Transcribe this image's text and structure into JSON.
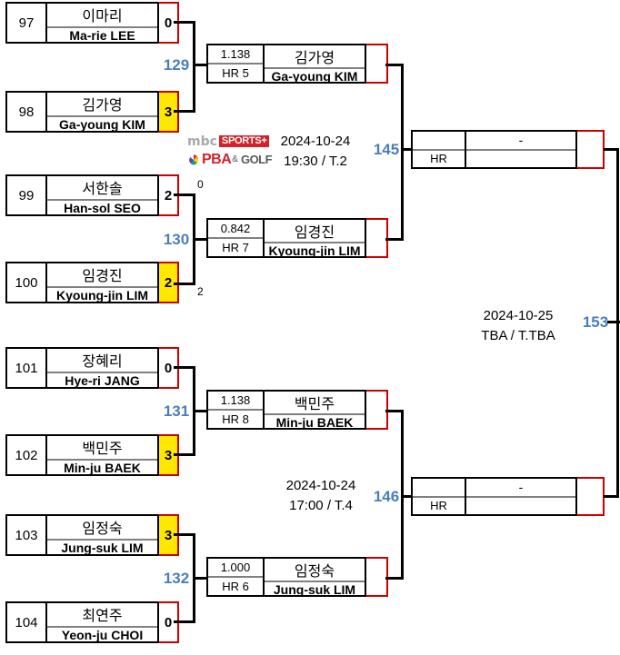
{
  "broadcaster": {
    "mbc_text": "mbc",
    "sports_text": "SPORTS+",
    "pba_text": "PBA",
    "amp_text": "&",
    "golf_text": "GOLF"
  },
  "colors": {
    "winner_highlight": "#ffe800",
    "match_number": "#4a7ebb",
    "box_accent": "#cc0000",
    "divider": "#808080"
  },
  "round1": [
    {
      "seed": "97",
      "name_kr": "이마리",
      "name_en": "Ma-rie LEE",
      "score": "0",
      "winner": false
    },
    {
      "seed": "98",
      "name_kr": "김가영",
      "name_en": "Ga-young KIM",
      "score": "3",
      "winner": true
    },
    {
      "seed": "99",
      "name_kr": "서한솔",
      "name_en": "Han-sol SEO",
      "score": "2",
      "winner": false
    },
    {
      "seed": "100",
      "name_kr": "임경진",
      "name_en": "Kyoung-jin LIM",
      "score": "2",
      "winner": true
    },
    {
      "seed": "101",
      "name_kr": "장혜리",
      "name_en": "Hye-ri JANG",
      "score": "0",
      "winner": false
    },
    {
      "seed": "102",
      "name_kr": "백민주",
      "name_en": "Min-ju BAEK",
      "score": "3",
      "winner": true
    },
    {
      "seed": "103",
      "name_kr": "임정숙",
      "name_en": "Jung-suk LIM",
      "score": "3",
      "winner": true
    },
    {
      "seed": "104",
      "name_kr": "최연주",
      "name_en": "Yeon-ju CHOI",
      "score": "0",
      "winner": false
    }
  ],
  "round1_match_numbers": [
    "129",
    "130",
    "131",
    "132"
  ],
  "tiebreak_marks": {
    "match130_top": "0",
    "match130_bottom": "2"
  },
  "round2": [
    {
      "avg": "1.138",
      "hr": "HR 5",
      "name_kr": "김가영",
      "name_en": "Ga-young KIM",
      "score": ""
    },
    {
      "avg": "0.842",
      "hr": "HR 7",
      "name_kr": "임경진",
      "name_en": "Kyoung-jin LIM",
      "score": ""
    },
    {
      "avg": "1.138",
      "hr": "HR 8",
      "name_kr": "백민주",
      "name_en": "Min-ju BAEK",
      "score": ""
    },
    {
      "avg": "1.000",
      "hr": "HR 6",
      "name_kr": "임정숙",
      "name_en": "Jung-suk LIM",
      "score": ""
    }
  ],
  "semifinals": [
    {
      "number": "145",
      "avg": "",
      "hr": "HR",
      "name_kr": "-",
      "name_en": "",
      "score": "",
      "date": "2024-10-24",
      "time": "19:30 / T.2"
    },
    {
      "number": "146",
      "avg": "",
      "hr": "HR",
      "name_kr": "-",
      "name_en": "",
      "score": "",
      "date": "2024-10-24",
      "time": "17:00 / T.4"
    }
  ],
  "final": {
    "number": "153",
    "date": "2024-10-25",
    "time": "TBA / T.TBA"
  }
}
